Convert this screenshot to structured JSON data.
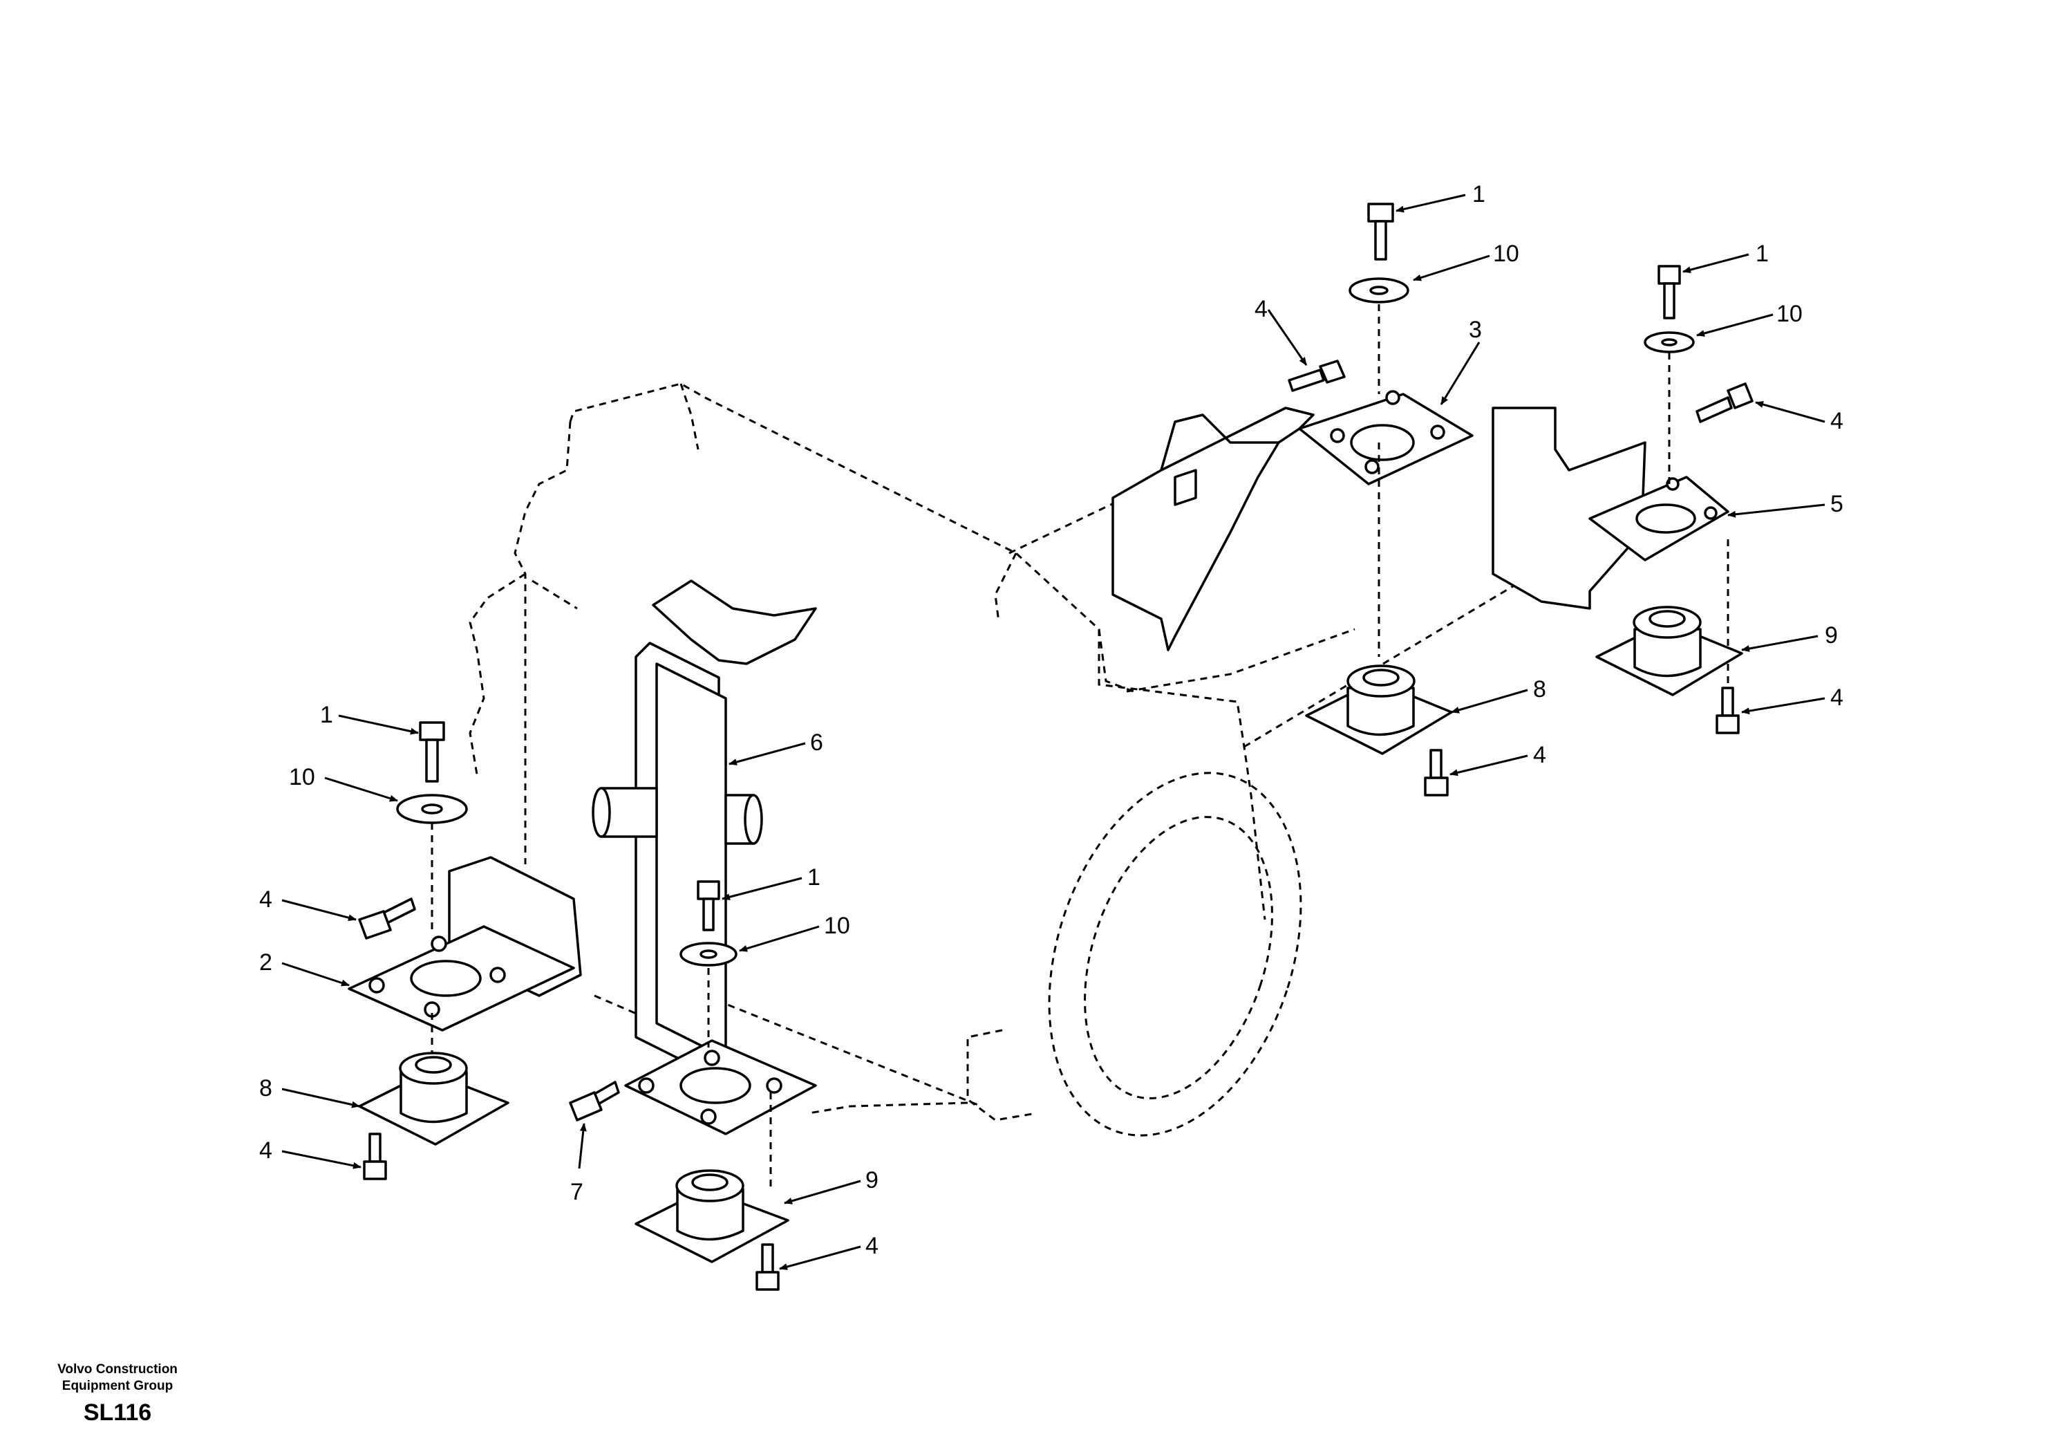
{
  "footer": {
    "line1": "Volvo Construction",
    "line2": "Equipment Group",
    "code": "SL116"
  },
  "callouts": [
    {
      "id": "c1a",
      "text": "1"
    },
    {
      "id": "c10a",
      "text": "10"
    },
    {
      "id": "c4a",
      "text": "4"
    },
    {
      "id": "c3",
      "text": "3"
    },
    {
      "id": "c1b",
      "text": "1"
    },
    {
      "id": "c10b",
      "text": "10"
    },
    {
      "id": "c4b",
      "text": "4"
    },
    {
      "id": "c5",
      "text": "5"
    },
    {
      "id": "c9a",
      "text": "9"
    },
    {
      "id": "c4c",
      "text": "4"
    },
    {
      "id": "c8a",
      "text": "8"
    },
    {
      "id": "c4d",
      "text": "4"
    },
    {
      "id": "c6",
      "text": "6"
    },
    {
      "id": "c1c",
      "text": "1"
    },
    {
      "id": "c10c",
      "text": "10"
    },
    {
      "id": "c4e",
      "text": "4"
    },
    {
      "id": "c2",
      "text": "2"
    },
    {
      "id": "c1d",
      "text": "1"
    },
    {
      "id": "c10d",
      "text": "10"
    },
    {
      "id": "c8b",
      "text": "8"
    },
    {
      "id": "c4f",
      "text": "4"
    },
    {
      "id": "c7",
      "text": "7"
    },
    {
      "id": "c9b",
      "text": "9"
    },
    {
      "id": "c4g",
      "text": "4"
    }
  ]
}
